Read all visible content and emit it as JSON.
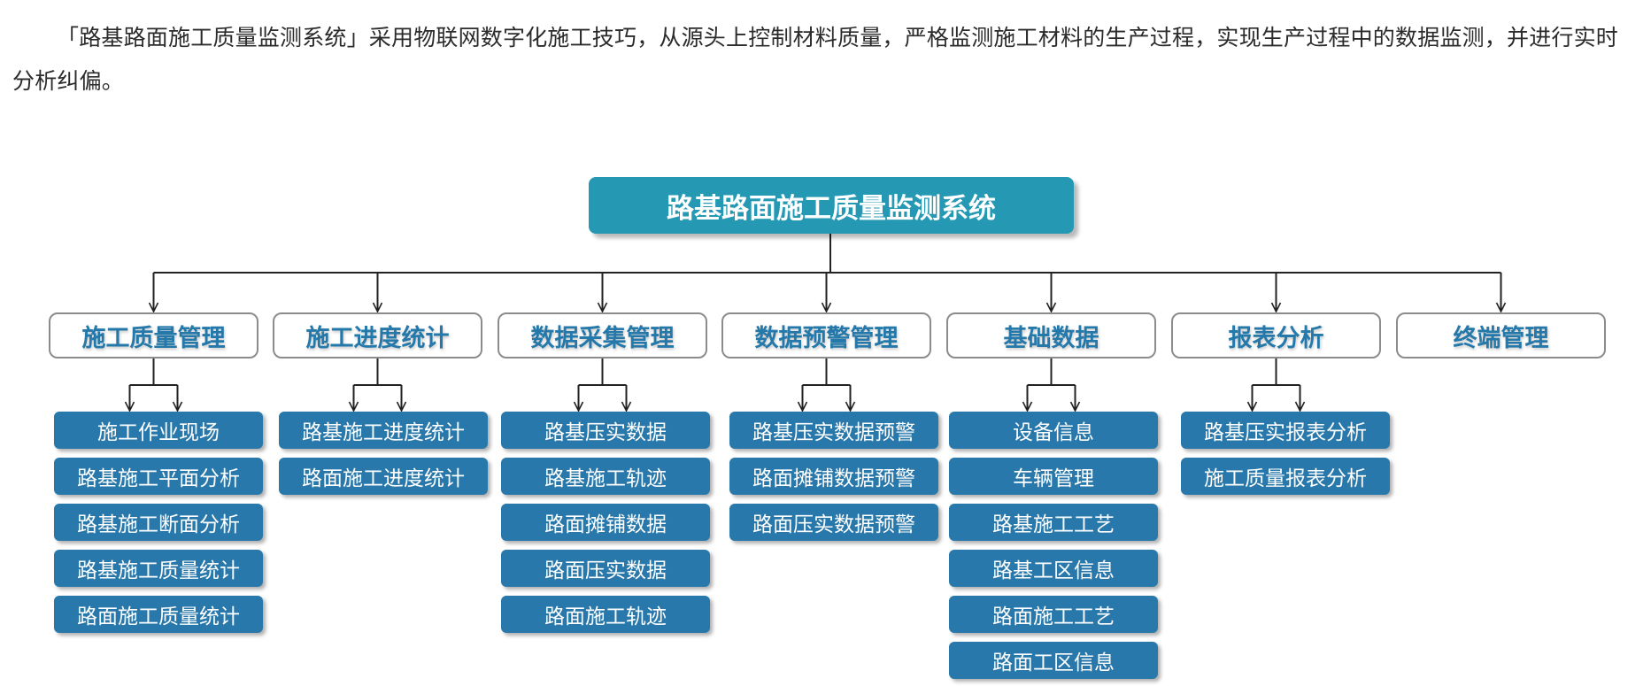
{
  "intro_text": "「路基路面施工质量监测系统」采用物联网数字化施工技巧，从源头上控制材料质量，严格监测施工材料的生产过程，实现生产过程中的数据监测，并进行实时分析纠偏。",
  "root": "路基路面施工质量监测系统",
  "categories": [
    {
      "label": "施工质量管理",
      "items": [
        "施工作业现场",
        "路基施工平面分析",
        "路基施工断面分析",
        "路基施工质量统计",
        "路面施工质量统计"
      ]
    },
    {
      "label": "施工进度统计",
      "items": [
        "路基施工进度统计",
        "路面施工进度统计"
      ]
    },
    {
      "label": "数据采集管理",
      "items": [
        "路基压实数据",
        "路基施工轨迹",
        "路面摊铺数据",
        "路面压实数据",
        "路面施工轨迹"
      ]
    },
    {
      "label": "数据预警管理",
      "items": [
        "路基压实数据预警",
        "路面摊铺数据预警",
        "路面压实数据预警"
      ]
    },
    {
      "label": "基础数据",
      "items": [
        "设备信息",
        "车辆管理",
        "路基施工工艺",
        "路基工区信息",
        "路面施工工艺",
        "路面工区信息"
      ]
    },
    {
      "label": "报表分析",
      "items": [
        "路基压实报表分析",
        "施工质量报表分析"
      ]
    },
    {
      "label": "终端管理",
      "items": []
    }
  ],
  "colors": {
    "root_fill": "#2599b4",
    "category_text": "#2579aa",
    "category_border": "#8c8c8c",
    "item_fill": "#2878ab",
    "connector": "#222222"
  }
}
